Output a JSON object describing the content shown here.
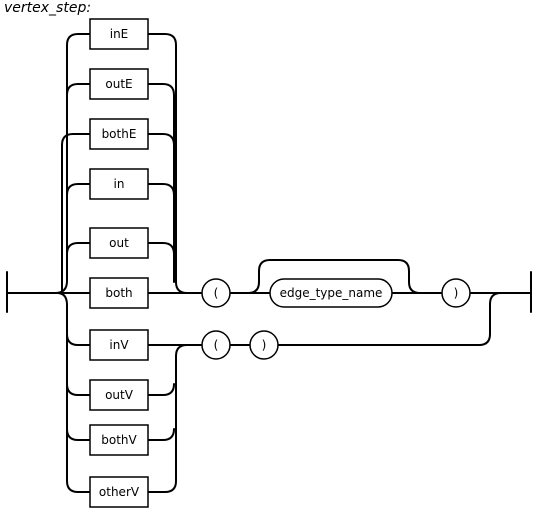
{
  "rule_name": "vertex_step",
  "title_suffix": ":",
  "keywords": [
    "inE",
    "outE",
    "bothE",
    "in",
    "out",
    "both",
    "inV",
    "outV",
    "bothV",
    "otherV"
  ],
  "edge_branch": {
    "open_paren": "(",
    "param": "edge_type_name",
    "close_paren": ")"
  },
  "vertex_branch": {
    "open_paren": "(",
    "close_paren": ")"
  }
}
